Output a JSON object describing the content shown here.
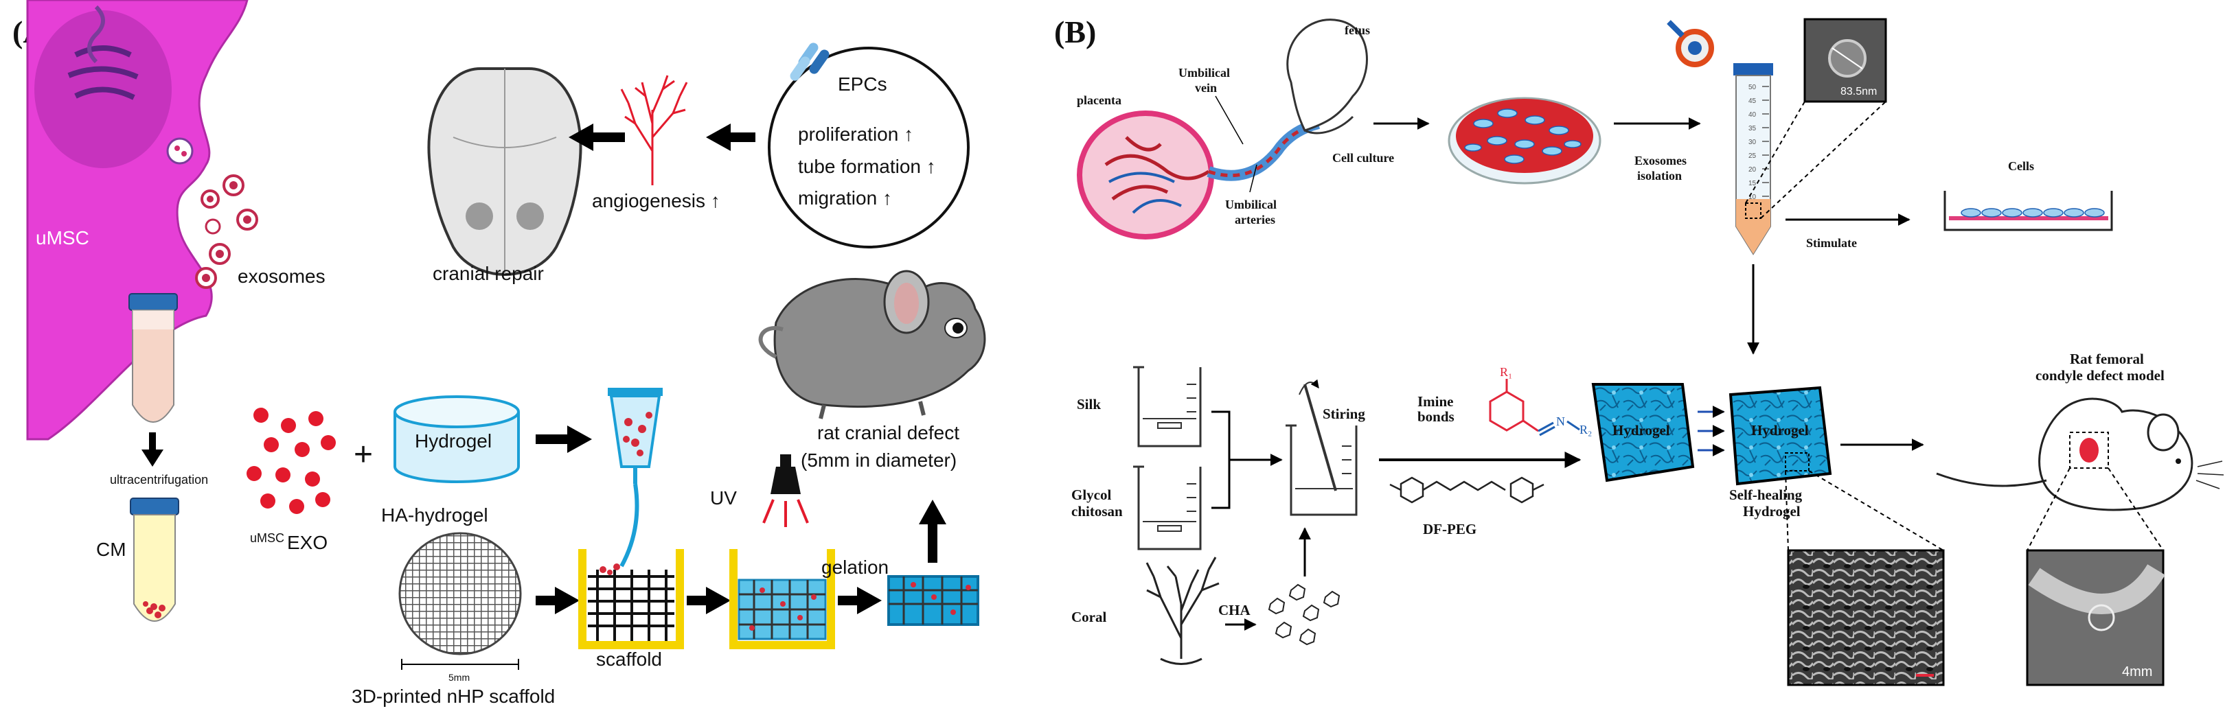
{
  "panel_a": {
    "label": "(A)",
    "umsc": "uMSC",
    "exosomes": "exosomes",
    "ultracentrifugation": "ultracentrifugation",
    "cm": "CM",
    "exo_sup": "uMSC",
    "exo": "EXO",
    "plus": "+",
    "hydrogel": "Hydrogel",
    "ha_hydrogel": "HA-hydrogel",
    "scale_5mm": "5mm",
    "scaffold_caption": "3D-printed nHP scaffold",
    "scaffold": "scaffold",
    "uv": "UV",
    "gelation": "gelation",
    "rat_defect_line1": "rat cranial defect",
    "rat_defect_line2": "(5mm in diameter)",
    "cranial_repair": "cranial repair",
    "angiogenesis": "angiogenesis ↑",
    "epcs": "EPCs",
    "proliferation": "proliferation ↑",
    "tube_formation": "tube formation ↑",
    "migration": "migration ↑"
  },
  "panel_b": {
    "label": "(B)",
    "fetus": "fetus",
    "placenta": "placenta",
    "umbilical_vein_1": "Umbilical",
    "umbilical_vein_2": "vein",
    "umbilical_arteries_1": "Umbilical",
    "umbilical_arteries_2": "arteries",
    "cell_culture": "Cell culture",
    "exosomes_isolation_1": "Exosomes",
    "exosomes_isolation_2": "isolation",
    "size_label": "83.5nm",
    "cells": "Cells",
    "stimulate": "Stimulate",
    "silk": "Silk",
    "glycol_1": "Glycol",
    "glycol_2": "chitosan",
    "coral": "Coral",
    "cha": "CHA",
    "stiring": "Stiring",
    "imine_1": "Imine",
    "imine_2": "bonds",
    "r1": "R₁",
    "r2": "R₂",
    "n": "N",
    "df_peg": "DF-PEG",
    "hydrogel_left": "Hydrogel",
    "hydrogel_right": "Hydrogel",
    "self_healing_1": "Self-healing",
    "self_healing_2": "Hydrogel",
    "rat_model_1": "Rat femoral",
    "rat_model_2": "condyle defect model",
    "scale_4mm": "4mm",
    "tube_ticks": [
      "50",
      "45",
      "40",
      "35",
      "30",
      "25",
      "20",
      "15",
      "10"
    ]
  },
  "colors": {
    "magenta": "#e63fd6",
    "hydrogel_blue": "#1ba3d8",
    "scaffold_yellow": "#f5d400",
    "dish_red": "#d6262d",
    "tube_orange": "#f4b27f"
  }
}
